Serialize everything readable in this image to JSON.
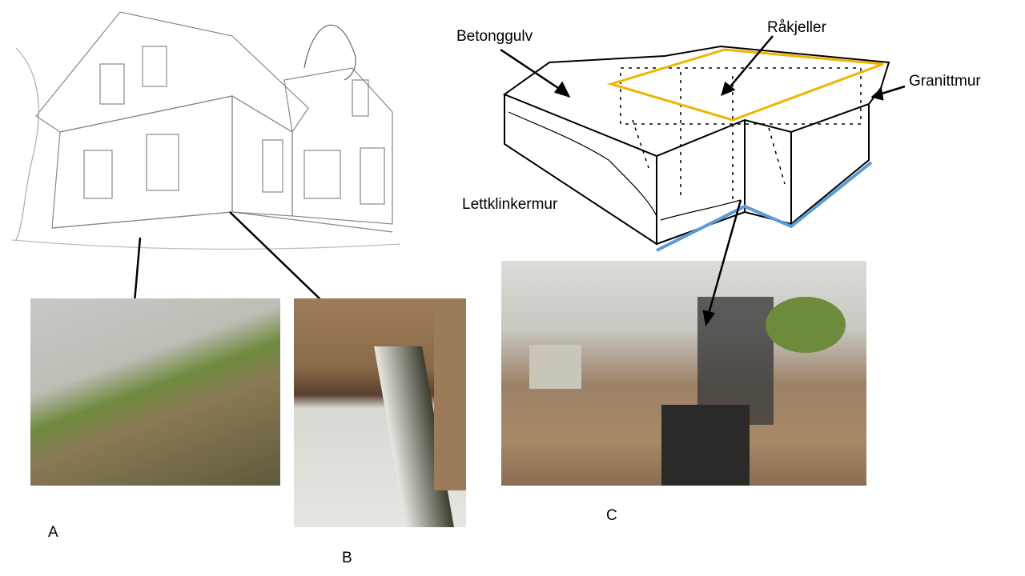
{
  "labels": {
    "betonggulv": "Betonggulv",
    "rakjeller": "Råkjeller",
    "granittmur": "Granittmur",
    "lettklinkermur": "Lettklinkermur",
    "photo_a": "A",
    "photo_b": "B",
    "photo_c": "C"
  },
  "colors": {
    "yellow_outline": "#f0b400",
    "blue_edge": "#5b9bd5"
  }
}
